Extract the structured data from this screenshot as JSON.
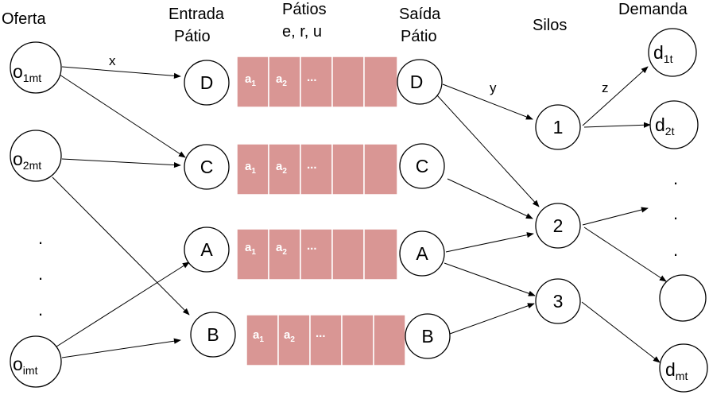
{
  "headers": {
    "oferta": "Oferta",
    "entrada_1": "Entrada",
    "entrada_2": "Pátio",
    "patios": "Pátios",
    "patios_sub": "e,  r,  u",
    "saida_1": "Saída",
    "saida_2": "Pátio",
    "silos": "Silos",
    "demanda": "Demanda"
  },
  "edge_labels": {
    "x": "x",
    "y": "y",
    "z": "z"
  },
  "supply": {
    "o1": {
      "main": "o",
      "sub": "1mt"
    },
    "o2": {
      "main": "o",
      "sub": "2mt"
    },
    "oi": {
      "main": "o",
      "sub": "imt"
    }
  },
  "entry_nodes": {
    "D": "D",
    "C": "C",
    "A": "A",
    "B": "B"
  },
  "exit_nodes": {
    "D": "D",
    "C": "C",
    "A": "A",
    "B": "B"
  },
  "silos": {
    "s1": "1",
    "s2": "2",
    "s3": "3"
  },
  "demand": {
    "d1": {
      "main": "d",
      "sub": "1t"
    },
    "d2": {
      "main": "d",
      "sub": "2t"
    },
    "dm": {
      "main": "d",
      "sub": "mt"
    }
  },
  "yard_cells": {
    "a": "a",
    "sub1": "1",
    "sub2": "2",
    "ellipsis": "..."
  },
  "dots": "."
}
